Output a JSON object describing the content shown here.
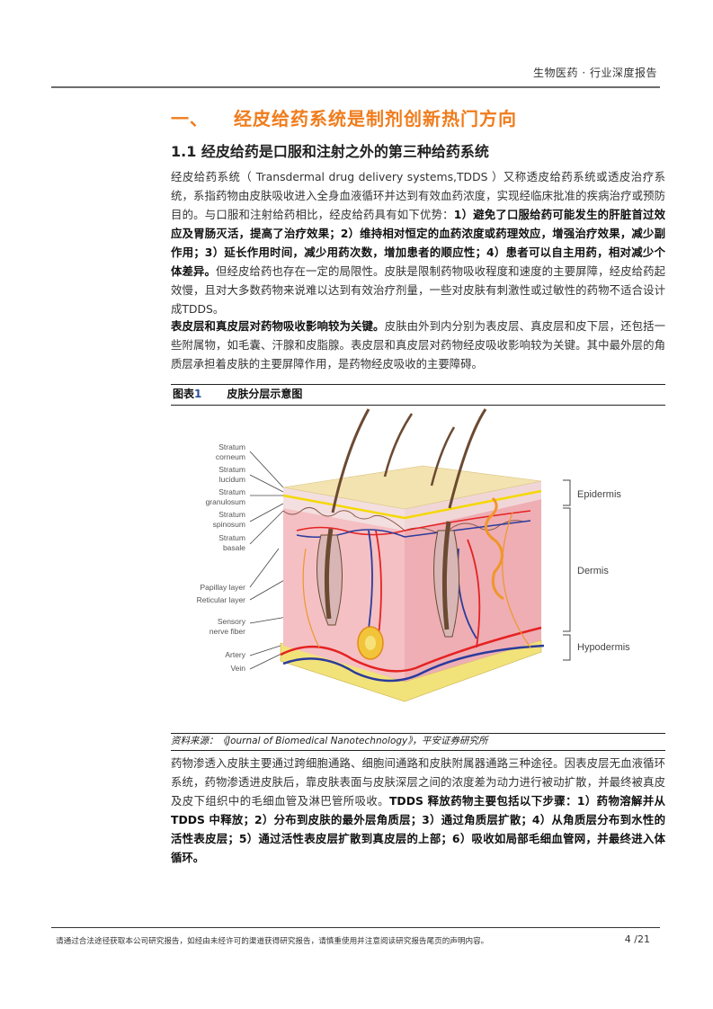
{
  "header": {
    "title": "生物医药 · 行业深度报告"
  },
  "section": {
    "number": "一、",
    "title": "经皮给药系统是制剂创新热门方向"
  },
  "subsection": {
    "title": "1.1 经皮给药是口服和注射之外的第三种给药系统"
  },
  "paragraphs": {
    "p1": {
      "intro": "经皮给药系统（ Transdermal drug delivery systems,TDDS ）又称透皮给药系统或透皮治疗系统，系指药物由皮肤吸收进入全身血液循环并达到有效血药浓度，实现经临床批准的疾病治疗或预防目的。与口服和注射给药相比，经皮给药具有如下优势：",
      "bold": "1）避免了口服给药可能发生的肝脏首过效应及胃肠灭活，提高了治疗效果；2）维持相对恒定的血药浓度或药理效应，增强治疗效果，减少副作用；3）延长作用时间，减少用药次数，增加患者的顺应性；4）患者可以自主用药，相对减少个体差异。",
      "tail": "但经皮给药也存在一定的局限性。皮肤是限制药物吸收程度和速度的主要屏障，经皮给药起效慢，且对大多数药物来说难以达到有效治疗剂量，一些对皮肤有刺激性或过敏性的药物不适合设计成TDDS。"
    },
    "p2": {
      "bold": "表皮层和真皮层对药物吸收影响较为关键。",
      "text": "皮肤由外到内分别为表皮层、真皮层和皮下层，还包括一些附属物，如毛囊、汗腺和皮脂腺。表皮层和真皮层对药物经皮吸收影响较为关键。其中最外层的角质层承担着皮肤的主要屏障作用，是药物经皮吸收的主要障碍。"
    },
    "p3": {
      "text": "药物渗透入皮肤主要通过跨细胞通路、细胞间通路和皮肤附属器通路三种途径。因表皮层无血液循环系统，药物渗透进皮肤后，靠皮肤表面与皮肤深层之间的浓度差为动力进行被动扩散，并最终被真皮及皮下组织中的毛细血管及淋巴管所吸收。",
      "bold": "TDDS 释放药物主要包括以下步骤：1）药物溶解并从 TDDS 中释放；2）分布到皮肤的最外层角质层；3）通过角质层扩散；4）从角质层分布到水性的活性表皮层；5）通过活性表皮层扩散到真皮层的上部；6）吸收如局部毛细血管网，并最终进入体循环。"
    }
  },
  "figure": {
    "label_prefix": "图表",
    "label_number": "1",
    "title": "皮肤分层示意图",
    "left_labels": [
      [
        "Stratum",
        "corneum"
      ],
      [
        "Stratum",
        "lucidum"
      ],
      [
        "Stratum",
        "granulosum"
      ],
      [
        "Stratum",
        "spinosum"
      ],
      [
        "Stratum",
        "basale"
      ],
      [
        "Papillay layer"
      ],
      [
        "Reticular layer"
      ],
      [
        "Sensory",
        "nerve fiber"
      ],
      [
        "Artery"
      ],
      [
        "Vein"
      ]
    ],
    "right_labels": [
      "Epidermis",
      "Dermis",
      "Hypodermis"
    ],
    "colors": {
      "epidermis": "#f3e3b0",
      "dermis": "#f2b8bd",
      "hypodermis": "#f2e27a",
      "artery": "#e52222",
      "vein": "#2a3b9c",
      "nerve": "#f0962a",
      "hair": "#6b4a32"
    },
    "source": "资料来源：《Journal of Biomedical Nanotechnology》，平安证券研究所"
  },
  "footer": {
    "disclaimer": "请通过合法途径获取本公司研究报告，如经由未经许可的渠道获得研究报告，请慎重使用并注意阅读研究报告尾页的声明内容。",
    "page": "4 /21"
  }
}
